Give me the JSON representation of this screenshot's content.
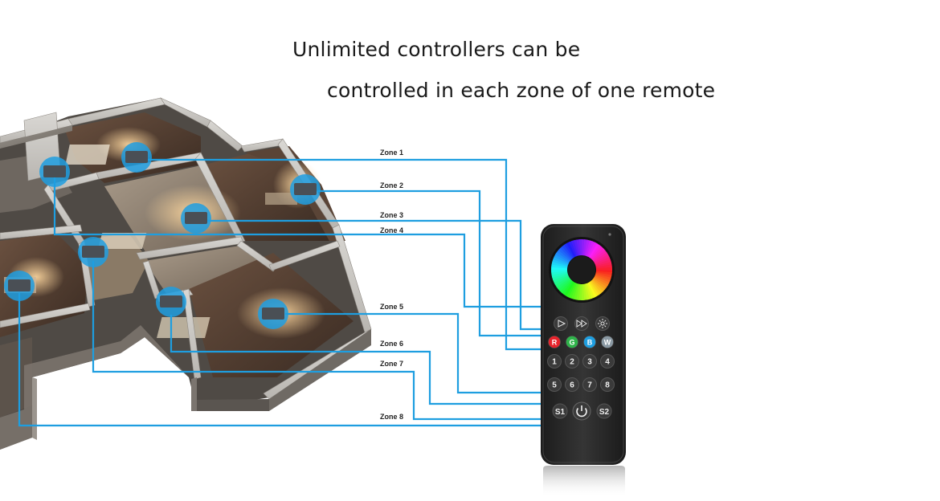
{
  "headline": {
    "line1": "Unlimited controllers can be",
    "line2": "controlled in each zone of one remote"
  },
  "zones": [
    {
      "label": "Zone 1"
    },
    {
      "label": "Zone 2"
    },
    {
      "label": "Zone 3"
    },
    {
      "label": "Zone 4"
    },
    {
      "label": "Zone 5"
    },
    {
      "label": "Zone 6"
    },
    {
      "label": "Zone 7"
    },
    {
      "label": "Zone 8"
    }
  ],
  "remote": {
    "transport_buttons": [
      {
        "icon": "play-icon"
      },
      {
        "icon": "fast-forward-icon"
      },
      {
        "icon": "brightness-icon"
      }
    ],
    "color_buttons": [
      {
        "label": "R",
        "color": "#e6232b"
      },
      {
        "label": "G",
        "color": "#2fb34a"
      },
      {
        "label": "B",
        "color": "#1e9ee0"
      },
      {
        "label": "W",
        "color": "#8a99a3"
      }
    ],
    "zone_buttons": [
      "1",
      "2",
      "3",
      "4",
      "5",
      "6",
      "7",
      "8"
    ],
    "scene_buttons": [
      "S1",
      "S2"
    ],
    "power_icon": "power-icon"
  },
  "colors": {
    "wire": "#1e9ee0",
    "remote_body": "#2b2b2b",
    "controller_highlight": "#1e9ee0"
  }
}
